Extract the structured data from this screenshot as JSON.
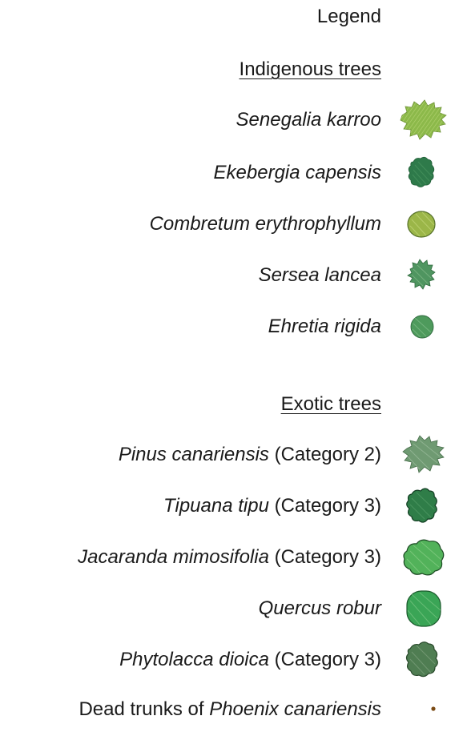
{
  "title": "Legend",
  "sections": [
    {
      "heading": "Indigenous trees",
      "items": [
        {
          "species": "Senegalia karroo",
          "note": "",
          "symbol": "spiky-crown-light-green-icon",
          "color": "#8cb94a"
        },
        {
          "species": "Ekebergia capensis",
          "note": "",
          "symbol": "lobed-crown-dark-green-icon",
          "color": "#2e7a4a"
        },
        {
          "species": "Combretum erythrophyllum",
          "note": "",
          "symbol": "round-crown-olive-icon",
          "color": "#9bb648"
        },
        {
          "species": "Sersea lancea",
          "note": "",
          "symbol": "spiky-crown-green-icon",
          "color": "#4f9560"
        },
        {
          "species": "Ehretia rigida",
          "note": "",
          "symbol": "round-crown-green-icon",
          "color": "#4e9a5c"
        }
      ]
    },
    {
      "heading": "Exotic trees",
      "items": [
        {
          "species": "Pinus canariensis",
          "note": "(Category 2)",
          "symbol": "spiky-crown-grey-green-icon",
          "color": "#6f9a72"
        },
        {
          "species": "Tipuana tipu",
          "note": "(Category 3)",
          "symbol": "lobed-crown-dark-green-outlined-icon",
          "color": "#2f7d48"
        },
        {
          "species": "Jacaranda mimosifolia",
          "note": "(Category 3)",
          "symbol": "cloud-crown-bright-green-icon",
          "color": "#52b25a"
        },
        {
          "species": "Quercus robur",
          "note": "",
          "symbol": "rounded-square-crown-green-icon",
          "color": "#3aa556"
        },
        {
          "species": "Phytolacca dioica",
          "note": "(Category 3)",
          "symbol": "lobed-crown-olive-dark-icon",
          "color": "#4f7d52"
        },
        {
          "species": "Phoenix canariensis",
          "prefix": "Dead trunks of ",
          "note": "",
          "symbol": "dot-icon",
          "color": "#7a4a14"
        }
      ]
    }
  ]
}
